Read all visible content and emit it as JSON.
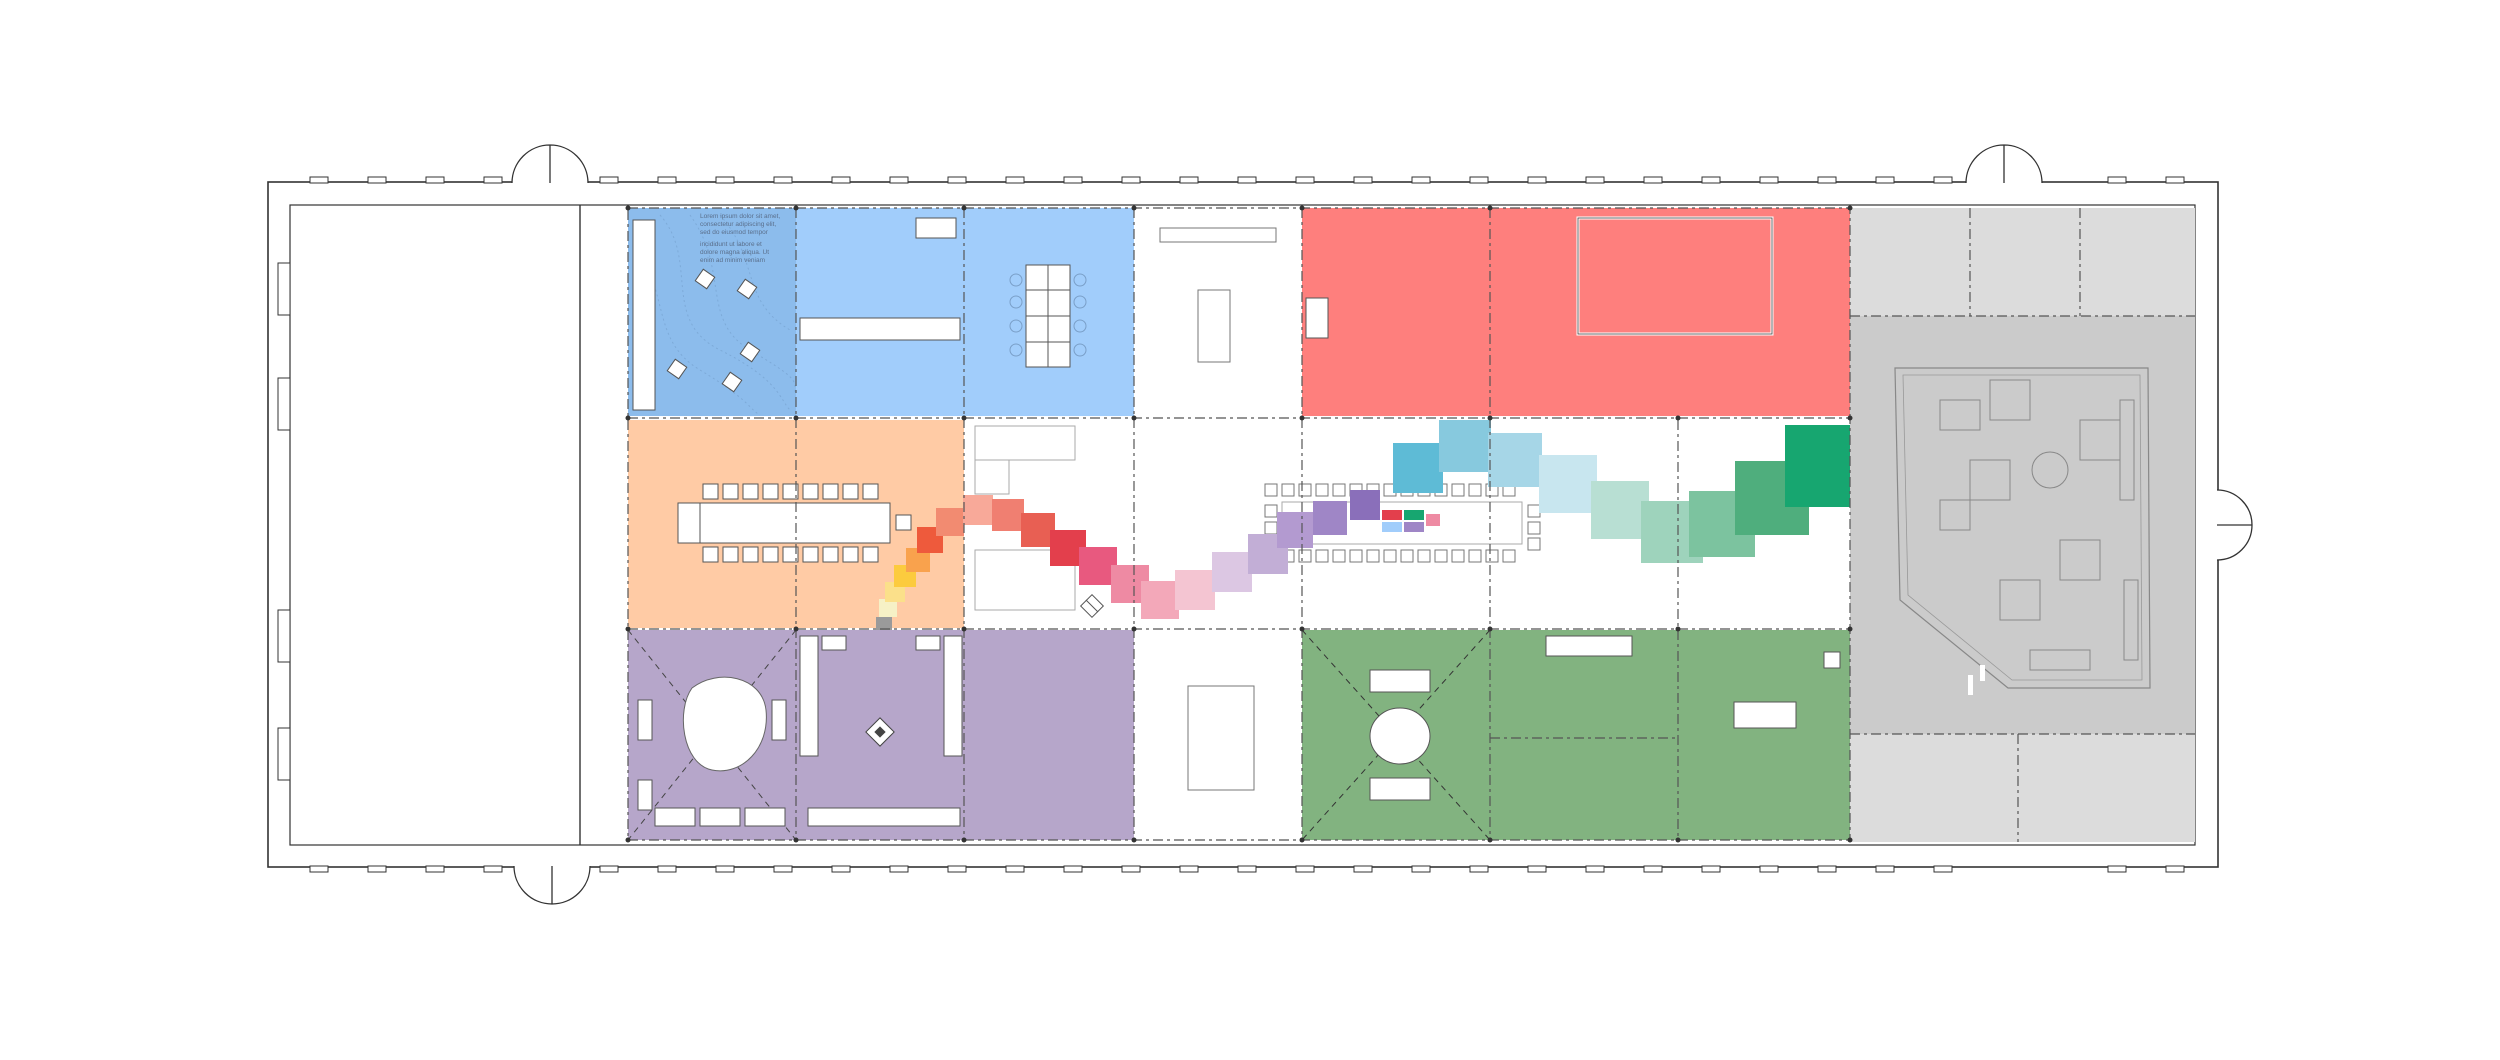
{
  "notes": {
    "lines": [
      "Lorem ipsum dolor sit amet,",
      "consectetur adipiscing elit,",
      "sed do eiusmod tempor",
      "",
      "incididunt ut labore et",
      "dolore magna aliqua. Ut",
      "enim ad minim veniam"
    ]
  },
  "palette": {
    "blue": "#a1cdfb",
    "blue_dark": "#8cbcec",
    "red": "#fe7f7d",
    "orange": "#ffcba5",
    "purple": "#b6a6ca",
    "green": "#82b380",
    "gray": "#cbcbcb",
    "gray_light": "#dcdcdc"
  },
  "path_colors": [
    "#4d4d4d",
    "#9a9a9a",
    "#f6f1c6",
    "#fbe08a",
    "#fccb3e",
    "#f9a24d",
    "#ee5a3c",
    "#f28b71",
    "#f8a999",
    "#f07f71",
    "#e85f53",
    "#e33f4c",
    "#e8597f",
    "#ee8aa3",
    "#f3a8b9",
    "#f4c5d2",
    "#dcc7e3",
    "#c2aed6",
    "#b39ad0",
    "#9f86c6",
    "#8a6fba",
    "#5ebbd6",
    "#87c9de",
    "#a6d6e7",
    "#c8e6ef",
    "#b8dfd3",
    "#9ed3bc",
    "#7cc39f",
    "#4fae7d",
    "#17a670"
  ]
}
